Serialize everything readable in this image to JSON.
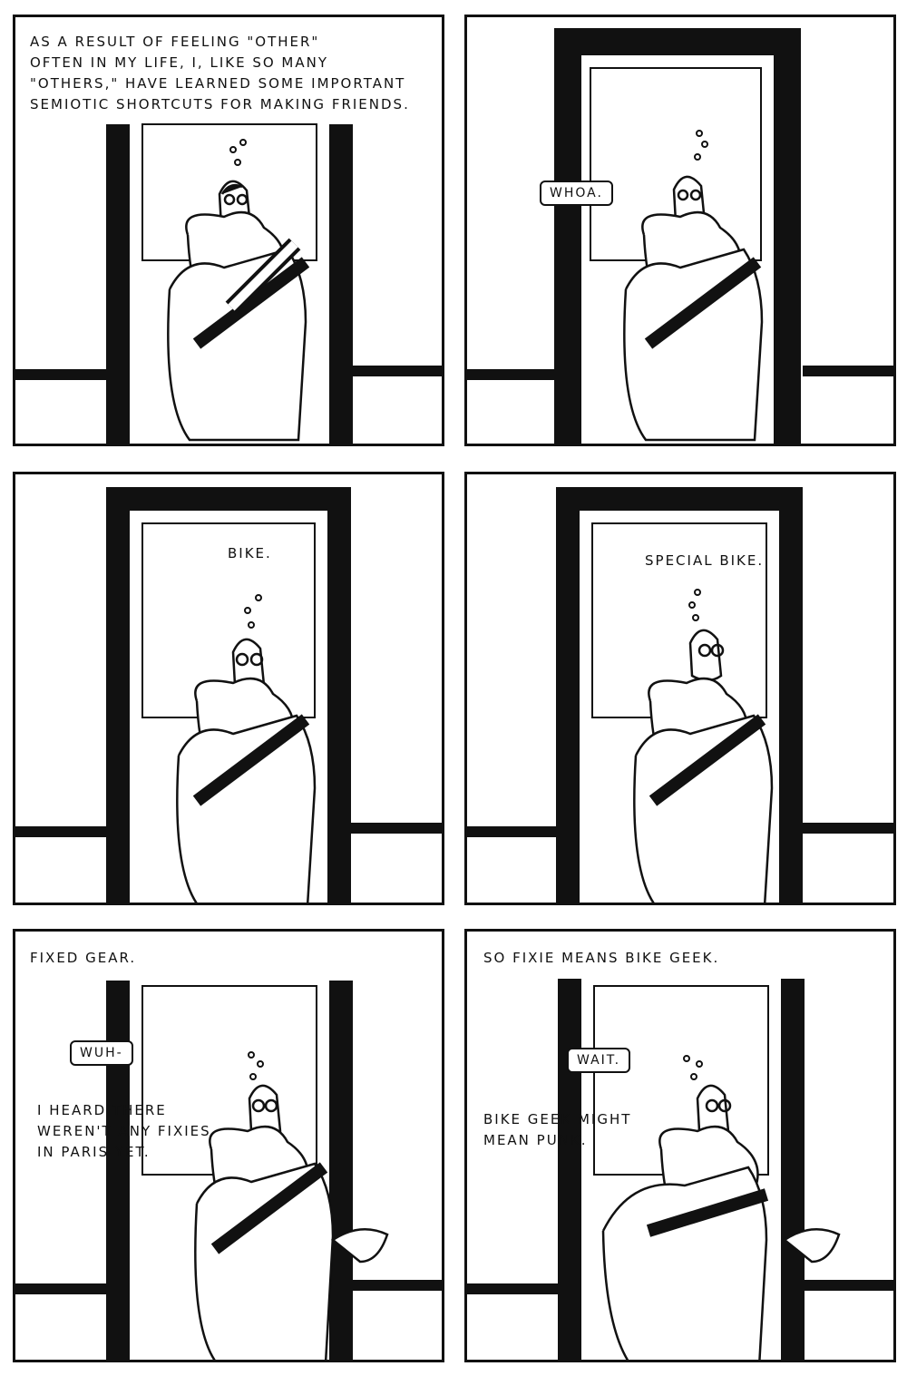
{
  "panels": [
    {
      "caption": "AS A RESULT OF FEELING \"OTHER\"\nOFTEN IN MY LIFE, I, LIKE SO MANY\n\"OTHERS,\" HAVE LEARNED SOME IMPORTANT\nSEMIOTIC  SHORTCUTS FOR MAKING FRIENDS."
    },
    {
      "speech": "WHOA."
    },
    {
      "thought_text": "BIKE."
    },
    {
      "thought_text": "SPECIAL BIKE."
    },
    {
      "caption": "FIXED GEAR.",
      "speech": "WUH-",
      "caption2": "I HEARD THERE\nWEREN'T ANY FIXIES\nIN PARIS YET."
    },
    {
      "caption": "SO FIXIE MEANS BIKE GEEK.",
      "speech": "WAIT.",
      "caption2": "BIKE GEEK MIGHT\nMEAN  PUNK."
    }
  ]
}
